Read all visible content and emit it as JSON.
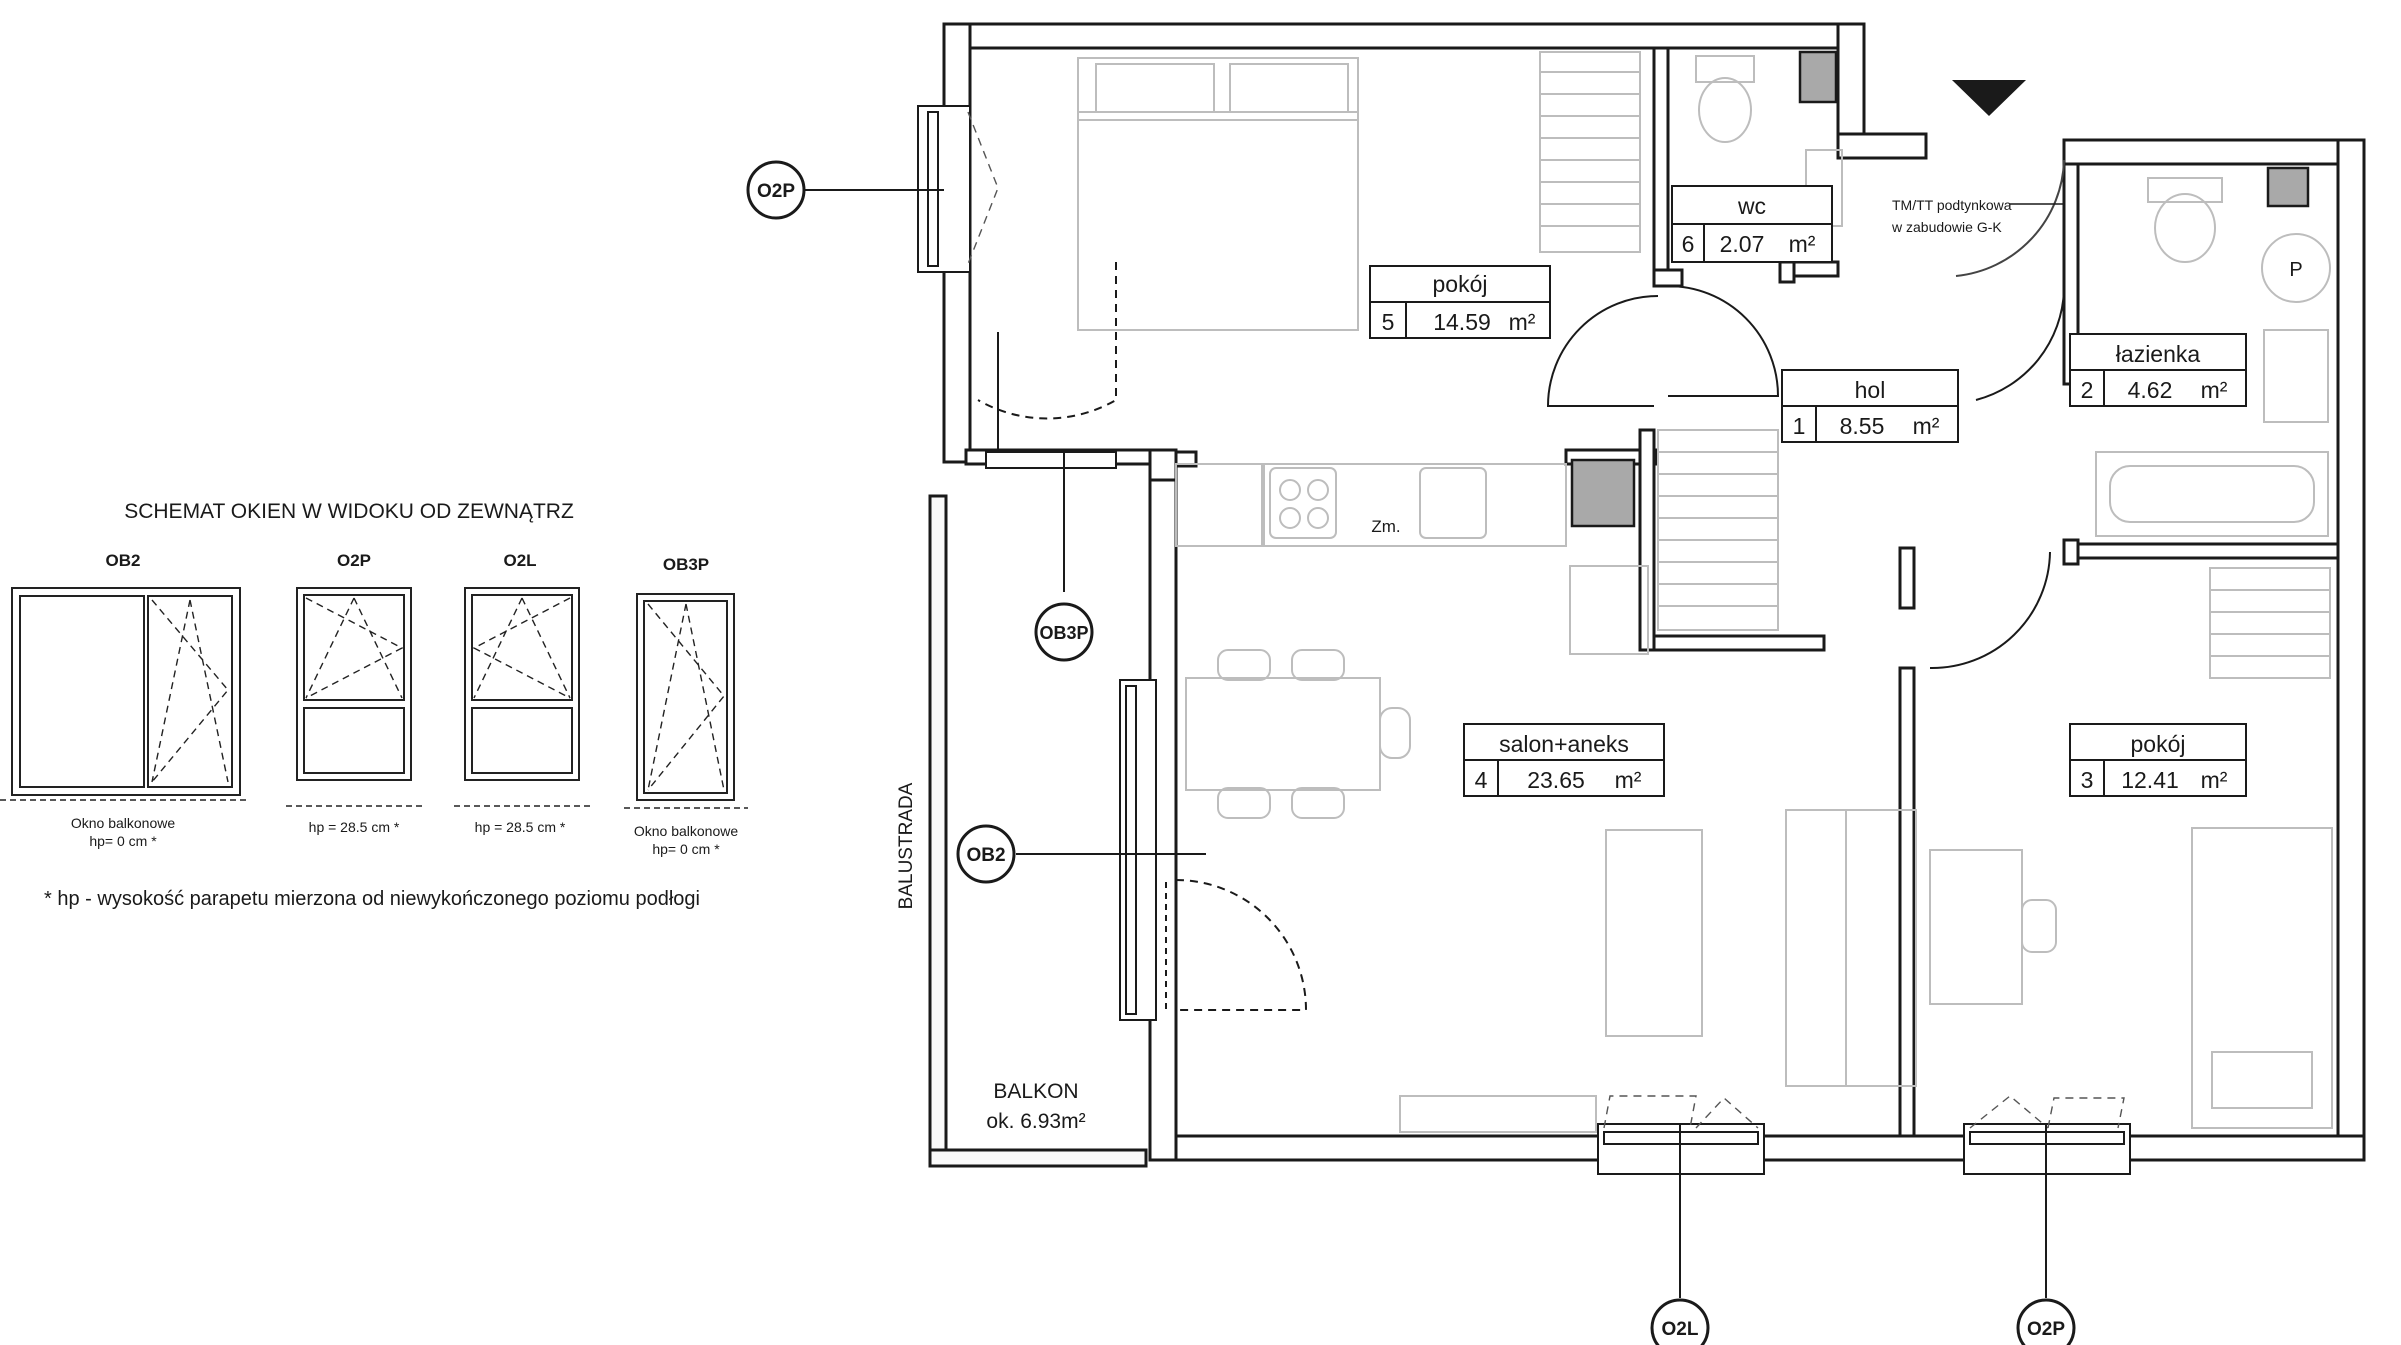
{
  "legend": {
    "title": "SCHEMAT OKIEN W WIDOKU OD ZEWNĄTRZ",
    "windows": [
      {
        "code": "OB2",
        "caption_1": "Okno balkonowe",
        "caption_2": "hp= 0 cm *"
      },
      {
        "code": "O2P",
        "caption_1": "hp = 28.5 cm *"
      },
      {
        "code": "O2L",
        "caption_1": "hp = 28.5 cm *"
      },
      {
        "code": "OB3P",
        "caption_1": "Okno balkonowe",
        "caption_2": "hp= 0 cm *"
      }
    ],
    "footnote": "* hp - wysokość parapetu mierzona od niewykończonego poziomu podłogi"
  },
  "rooms": [
    {
      "name": "pokój",
      "number": "5",
      "area": "14.59",
      "unit": "m²"
    },
    {
      "name": "wc",
      "number": "6",
      "area": "2.07",
      "unit": "m²"
    },
    {
      "name": "hol",
      "number": "1",
      "area": "8.55",
      "unit": "m²"
    },
    {
      "name": "łazienka",
      "number": "2",
      "area": "4.62",
      "unit": "m²"
    },
    {
      "name": "salon+aneks",
      "number": "4",
      "area": "23.65",
      "unit": "m²"
    },
    {
      "name": "pokój",
      "number": "3",
      "area": "12.41",
      "unit": "m²"
    }
  ],
  "balcony": {
    "name": "BALKON",
    "area": "ok. 6.93m²",
    "railing": "BALUSTRADA"
  },
  "markers": {
    "o2p_top": "O2P",
    "ob3p": "OB3P",
    "ob2": "OB2",
    "o2l_bottom": "O2L",
    "o2p_bottom": "O2P"
  },
  "notes": {
    "installation_1": "TM/TT podtynkowa",
    "installation_2": "w zabudowie G-K",
    "stove": "Zm.",
    "boiler": "P"
  },
  "colors": {
    "wall_fill": "#ffffff",
    "shaft_fill": "#a9a9a9",
    "furniture": "#bdbdbd",
    "line": "#1a1a1a"
  }
}
